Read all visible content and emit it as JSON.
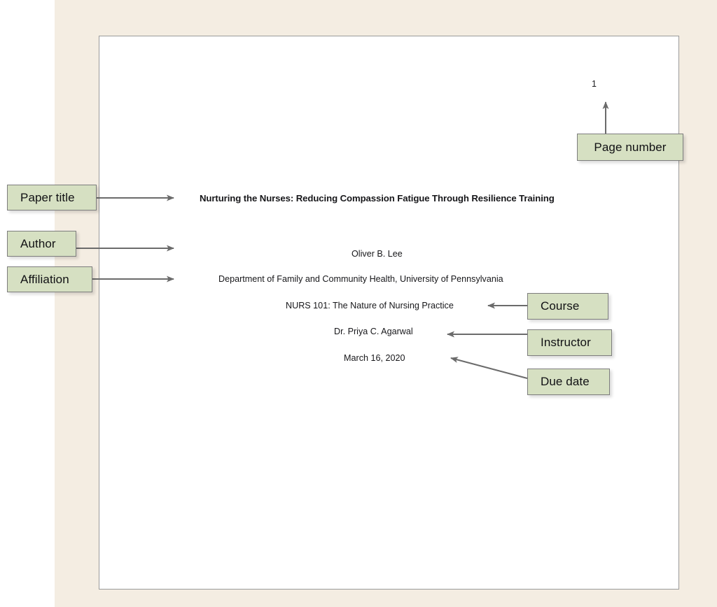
{
  "document": {
    "page_number": "1",
    "title": "Nurturing the Nurses: Reducing Compassion Fatigue Through Resilience Training",
    "author": "Oliver B. Lee",
    "affiliation": "Department of Family and Community Health, University of Pennsylvania",
    "course": "NURS 101: The Nature of Nursing Practice",
    "instructor": "Dr. Priya C. Agarwal",
    "due_date": "March 16, 2020"
  },
  "callouts": {
    "paper_title": "Paper title",
    "author": "Author",
    "affiliation": "Affiliation",
    "page_number": "Page number",
    "course": "Course",
    "instructor": "Instructor",
    "due_date": "Due date"
  },
  "colors": {
    "callout_fill": "#d6e0c2",
    "callout_border": "#7d7d7d",
    "arrow": "#6b6b6b",
    "mat_background": "#f4ede2",
    "page_background": "#ffffff",
    "page_border": "#9a9a9a",
    "text": "#17171a"
  }
}
